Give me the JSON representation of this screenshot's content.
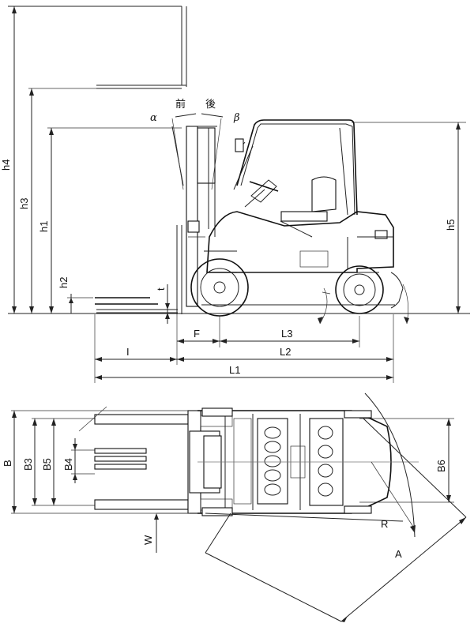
{
  "labels": {
    "h4": "h4",
    "h3": "h3",
    "h1": "h1",
    "h2": "h2",
    "h5": "h5",
    "t": "t",
    "alpha": "α",
    "beta": "β",
    "front": "前",
    "rear": "後",
    "F": "F",
    "L3": "L3",
    "L2": "L2",
    "L1": "L1",
    "I": "I",
    "B": "B",
    "B3": "B3",
    "B5": "B5",
    "B4": "B4",
    "B6": "B6",
    "W": "W",
    "R": "R",
    "A": "A"
  }
}
